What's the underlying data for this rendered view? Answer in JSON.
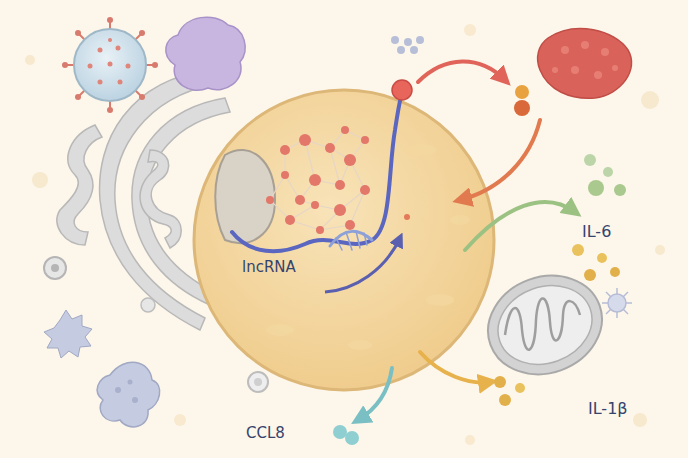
{
  "diagram": {
    "labels": [
      "lncRNA",
      "IL-6",
      "IL-1β",
      "CCL8"
    ]
  }
}
